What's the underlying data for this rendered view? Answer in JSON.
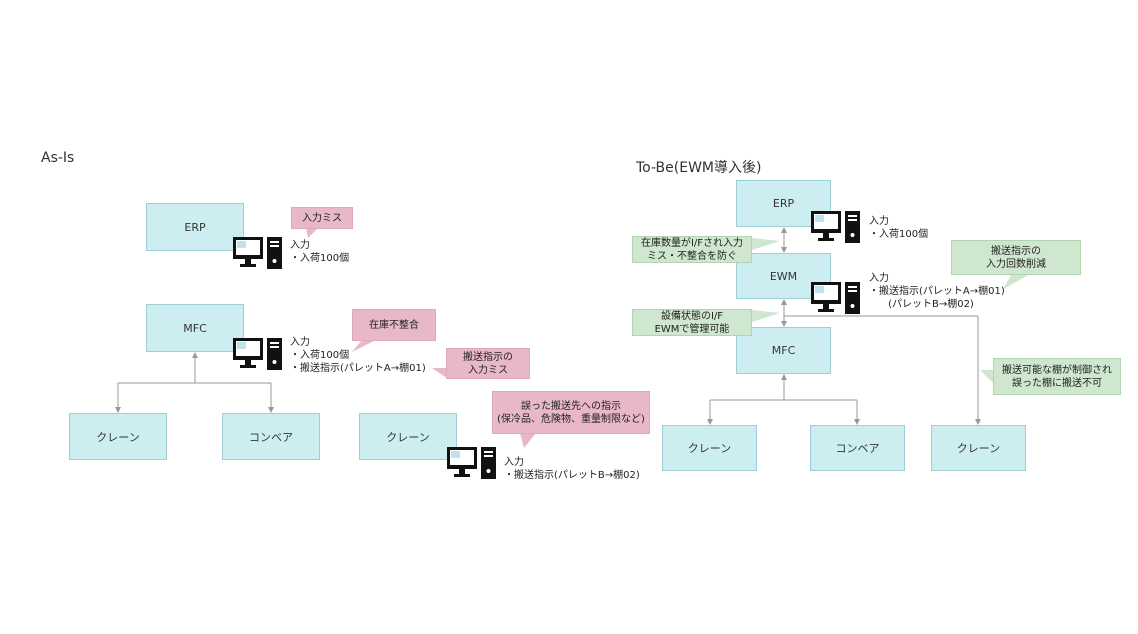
{
  "asis": {
    "title": "As-Is",
    "erp": "ERP",
    "mfc": "MFC",
    "crane1": "クレーン",
    "conveyor": "コンベア",
    "crane2": "クレーン",
    "erp_input": [
      "入力",
      "・入荷100個"
    ],
    "mfc_input": [
      "入力",
      "・入荷100個",
      "・搬送指示(パレットA→棚01)"
    ],
    "crane_input": [
      "入力",
      "・搬送指示(パレットB→棚02)"
    ],
    "callout_input_miss": [
      "入力ミス"
    ],
    "callout_stock": [
      "在庫不整合"
    ],
    "callout_transport_miss": [
      "搬送指示の",
      "入力ミス"
    ],
    "callout_wrong": [
      "誤った搬送先への指示",
      "(保冷品、危険物、重量制限など)"
    ]
  },
  "tobe": {
    "title": "To-Be(EWM導入後)",
    "erp": "ERP",
    "ewm": "EWM",
    "mfc": "MFC",
    "crane1": "クレーン",
    "conveyor": "コンベア",
    "crane2": "クレーン",
    "erp_input": [
      "入力",
      "・入荷100個"
    ],
    "ewm_input": [
      "入力",
      "・搬送指示(パレットA→棚01)",
      "      (パレットB→棚02)"
    ],
    "callout_if": [
      "在庫数量がI/Fされ入力",
      "ミス・不整合を防ぐ"
    ],
    "callout_equipment": [
      "設備状態のI/F",
      "EWMで管理可能"
    ],
    "callout_reduce": [
      "搬送指示の",
      "入力回数削減"
    ],
    "callout_control": [
      "搬送可能な棚が制御され",
      "誤った棚に搬送不可"
    ]
  },
  "colors": {
    "box": "#cdeef0",
    "pink": "#e8b8c8",
    "green": "#cfe6cf",
    "line": "#999999"
  }
}
